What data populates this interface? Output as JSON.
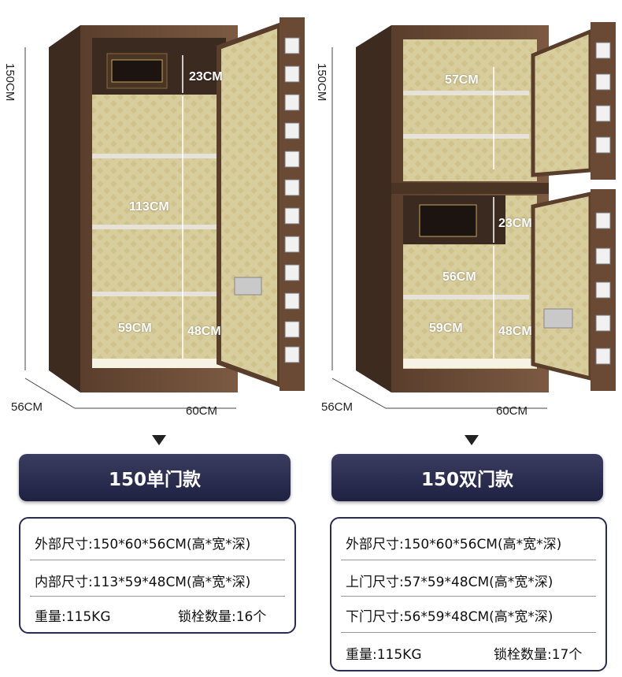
{
  "left": {
    "dims": {
      "height": "150CM",
      "depth": "56CM",
      "width": "60CM"
    },
    "inner": {
      "top": "23CM",
      "middle": "113CM",
      "width": "59CM",
      "depth": "48CM"
    },
    "title": "150单门款",
    "specs": {
      "outer": "外部尺寸:150*60*56CM(高*宽*深)",
      "inner": "内部尺寸:113*59*48CM(高*宽*深)",
      "weight": "重量:115KG",
      "bolts": "锁栓数量:16个"
    }
  },
  "right": {
    "dims": {
      "height": "150CM",
      "depth": "56CM",
      "width": "60CM"
    },
    "inner": {
      "upper": "57CM",
      "safe": "23CM",
      "lower": "56CM",
      "width": "59CM",
      "depth": "48CM"
    },
    "title": "150双门款",
    "specs": {
      "outer": "外部尺寸:150*60*56CM(高*宽*深)",
      "upper": "上门尺寸:57*59*48CM(高*宽*深)",
      "lower": "下门尺寸:56*59*48CM(高*宽*深)",
      "weight": "重量:115KG",
      "bolts": "锁栓数量:17个"
    }
  },
  "colors": {
    "body": "#6b4a35",
    "interior": "#d9cfa2",
    "banner": "#25274a"
  }
}
